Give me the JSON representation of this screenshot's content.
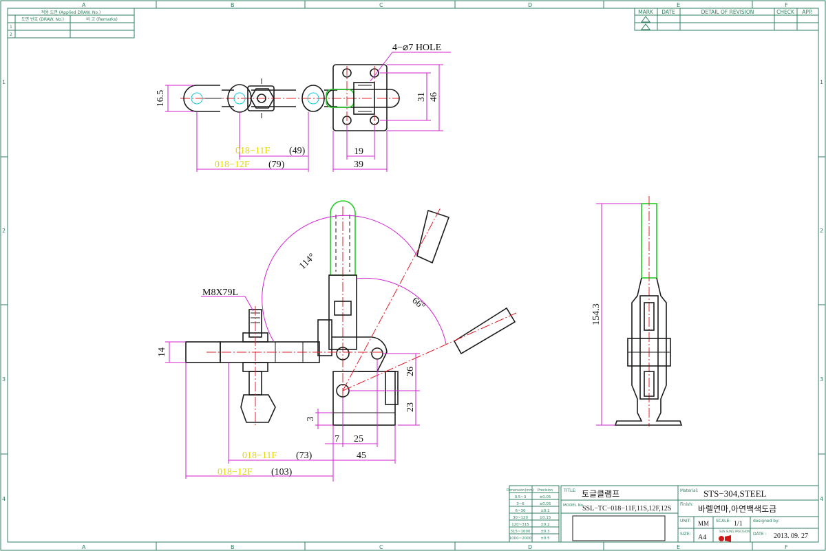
{
  "frame": {
    "col_labels": [
      "A",
      "B",
      "C",
      "D",
      "E",
      "F"
    ],
    "row_labels": [
      "1",
      "2",
      "3",
      "4"
    ]
  },
  "applied_table": {
    "title": "적용 도면 (Applied DRAW. No.)",
    "col1": "도면 번호 (DRAW. No.)",
    "col2": "비 고 (Remarks)",
    "rows": [
      "1",
      "2"
    ]
  },
  "revision_table": {
    "headers": [
      "MARK",
      "DATE",
      "DETAIL OF REVISION",
      "CHECK",
      "APP."
    ]
  },
  "top_view": {
    "hole_note": "4−⌀7 HOLE",
    "dim_165": "16.5",
    "dim_31": "31",
    "dim_46": "46",
    "dim_19": "19",
    "dim_39": "39",
    "model_11f": "018−11F",
    "val_11f": "(49)",
    "model_12f": "018−12F",
    "val_12f": "(79)"
  },
  "front_view": {
    "bolt": "M8X79L",
    "angle_114": "114°",
    "angle_66": "66°",
    "dim_14": "14",
    "dim_26": "26",
    "dim_23": "23",
    "dim_3": "3",
    "dim_7": "7",
    "dim_25": "25",
    "dim_45": "45",
    "model_11f": "018−11F",
    "val_11f": "(73)",
    "model_12f": "018−12F",
    "val_12f": "(103)"
  },
  "side_view": {
    "height": "154.3"
  },
  "tolerance_table": {
    "col1": "Dimension(mm)",
    "col2": "Precision",
    "rows": [
      [
        "0.5~3",
        "±0.05"
      ],
      [
        "3~6",
        "±0.05"
      ],
      [
        "6~30",
        "±0.1"
      ],
      [
        "30~120",
        "±0.15"
      ],
      [
        "120~315",
        "±0.2"
      ],
      [
        "315~1000",
        "±0.3"
      ],
      [
        "1000~2000",
        "±0.5"
      ]
    ]
  },
  "title_block": {
    "title_label": "TITLE:",
    "title_value": "토글클램프",
    "model_label": "MODEL No.",
    "model_value": "SSL−TC−018−11F,11S,12F,12S",
    "material_label": "Material:",
    "material_value": "STS−304,STEEL",
    "finish_label": "Finish:",
    "finish_value": "바렐연마,아연백색도금",
    "unit_label": "UNIT:",
    "unit_value": "MM",
    "scale_label": "SCALE:",
    "scale_value": "1/1",
    "designed_label": "designed by:",
    "size_label": "SIZE:",
    "size_value": "A4",
    "date_label": "DATE :",
    "date_value": "2013. 09. 27",
    "logo_text": "SUN SUNG PRECISION"
  },
  "colors": {
    "frame": "#2f7f5f",
    "center_line": "#e0202a",
    "dimension": "#d020d0",
    "grip": "#22cc22",
    "model_highlight": "#e6d400"
  }
}
